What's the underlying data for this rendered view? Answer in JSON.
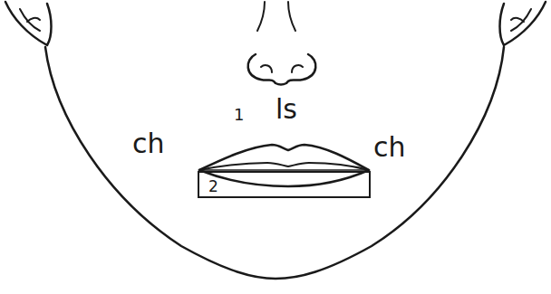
{
  "diagram": {
    "nodes": [
      {
        "text": [
          "2"
        ]
      }
    ],
    "labels": [
      "ch",
      "1",
      "ls",
      "ch"
    ]
  }
}
